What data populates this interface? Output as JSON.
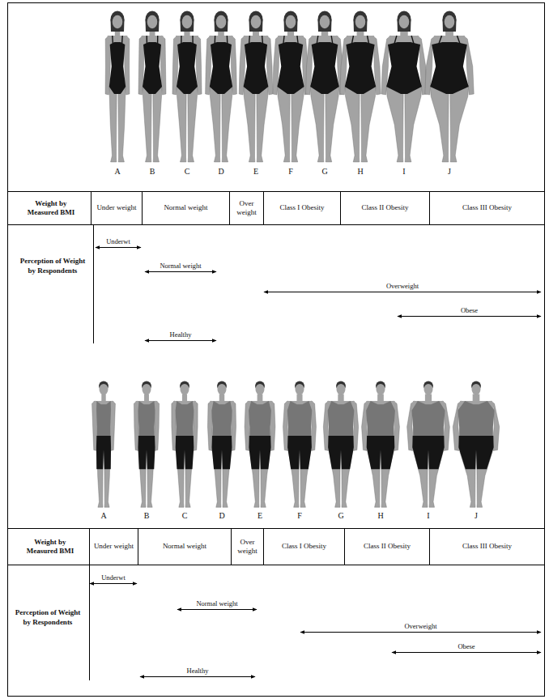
{
  "diagram": {
    "nodes": [
      {
        "text": [
          "Weight by Measured BMI"
        ]
      },
      {
        "text": [
          "Under weight"
        ]
      },
      {
        "text": [
          "Normal weight"
        ]
      },
      {
        "text": [
          "Over weight"
        ]
      },
      {
        "text": [
          "Class I Obesity"
        ]
      },
      {
        "text": [
          "Class II Obesity"
        ]
      },
      {
        "text": [
          "Class III Obesity"
        ]
      },
      {
        "text": [
          "Weight by Measured BMI"
        ]
      },
      {
        "text": [
          "Under weight"
        ]
      },
      {
        "text": [
          "Normal weight"
        ]
      },
      {
        "text": [
          "Over weight"
        ]
      },
      {
        "text": [
          "Class I Obesity"
        ]
      },
      {
        "text": [
          "Class II Obesity"
        ]
      },
      {
        "text": [
          "Class III Obesity"
        ]
      }
    ],
    "labels": [
      "A",
      "B",
      "C",
      "D",
      "E",
      "F",
      "G",
      "H",
      "I",
      "J",
      "Perception of Weight by Respondents",
      "Underwt",
      "Normal weight",
      "Overweight",
      "Obese",
      "Healthy",
      "A",
      "B",
      "C",
      "D",
      "E",
      "F",
      "G",
      "H",
      "I",
      "J",
      "Perception of Weight by Respondents",
      "Underwt",
      "Normal weight",
      "Overweight",
      "Obese",
      "Healthy"
    ]
  }
}
